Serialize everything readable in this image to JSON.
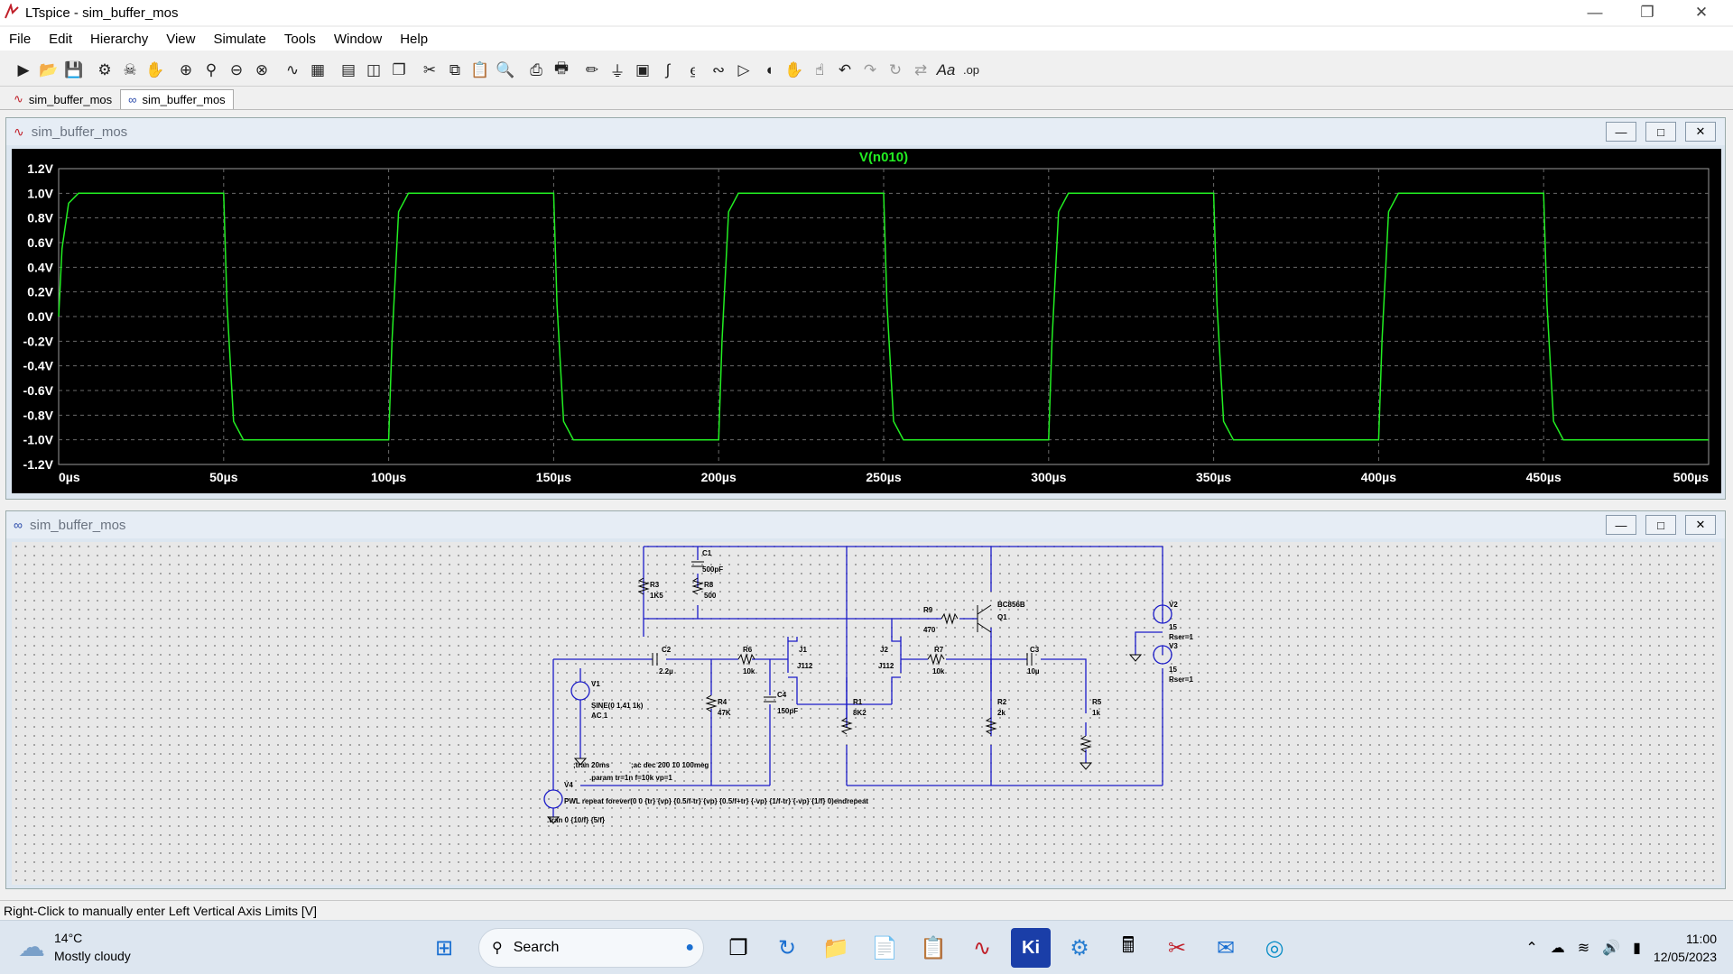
{
  "window": {
    "title": "LTspice - sim_buffer_mos"
  },
  "menu": [
    "File",
    "Edit",
    "Hierarchy",
    "View",
    "Simulate",
    "Tools",
    "Window",
    "Help"
  ],
  "toolbar_icons": [
    "run",
    "open",
    "save",
    "control-panel",
    "halt",
    "pan",
    "zoom-in",
    "zoom-area",
    "zoom-out",
    "zoom-fit",
    "autorange",
    "grid",
    "tile-horizontal",
    "tile-vertical",
    "cascade",
    "cut",
    "copy",
    "paste",
    "find",
    "print-setup",
    "print",
    "draw-wire",
    "ground",
    "label-net",
    "resistor",
    "capacitor",
    "inductor",
    "diode",
    "component",
    "move",
    "drag",
    "undo",
    "redo",
    "rotate",
    "mirror",
    "text",
    "spice-directive"
  ],
  "tabs": [
    {
      "label": "sim_buffer_mos",
      "icon": "waveform-icon"
    },
    {
      "label": "sim_buffer_mos",
      "icon": "schematic-icon"
    }
  ],
  "plot_panel": {
    "title": "sim_buffer_mos"
  },
  "schem_panel": {
    "title": "sim_buffer_mos"
  },
  "chart_data": {
    "type": "line",
    "title": "V(n010)",
    "series": [
      {
        "name": "V(n010)",
        "color": "#22ee22",
        "description": "square wave, 100us period, +/-1.0V",
        "x": [
          0,
          1,
          3,
          6,
          50,
          51,
          53,
          56,
          100,
          101,
          103,
          106,
          150,
          151,
          153,
          156,
          200,
          201,
          203,
          206,
          250,
          251,
          253,
          256,
          300,
          301,
          303,
          306,
          350,
          351,
          353,
          356,
          400,
          401,
          403,
          406,
          450,
          451,
          453,
          456,
          500
        ],
        "y": [
          0,
          0.55,
          0.92,
          1.0,
          1.0,
          0.1,
          -0.85,
          -1.0,
          -1.0,
          -0.2,
          0.85,
          1.0,
          1.0,
          0.1,
          -0.85,
          -1.0,
          -1.0,
          -0.2,
          0.85,
          1.0,
          1.0,
          0.1,
          -0.85,
          -1.0,
          -1.0,
          -0.2,
          0.85,
          1.0,
          1.0,
          0.1,
          -0.85,
          -1.0,
          -1.0,
          -0.2,
          0.85,
          1.0,
          1.0,
          0.1,
          -0.85,
          -1.0,
          -1.0
        ]
      }
    ],
    "y_ticks": [
      "1.2V",
      "1.0V",
      "0.8V",
      "0.6V",
      "0.4V",
      "0.2V",
      "0.0V",
      "-0.2V",
      "-0.4V",
      "-0.6V",
      "-0.8V",
      "-1.0V",
      "-1.2V"
    ],
    "x_ticks": [
      "0µs",
      "50µs",
      "100µs",
      "150µs",
      "200µs",
      "250µs",
      "300µs",
      "350µs",
      "400µs",
      "450µs",
      "500µs"
    ],
    "xlim": [
      0,
      500
    ],
    "ylim": [
      -1.2,
      1.2
    ],
    "grid": true
  },
  "schematic": {
    "labels": {
      "c1": "C1",
      "c1v": "500pF",
      "r3": "R3",
      "r3v": "1K5",
      "r8": "R8",
      "r8v": "500",
      "r9": "R9",
      "r9v": "470",
      "q1type": "BC856B",
      "q1": "Q1",
      "v2": "V2",
      "v2v": "15",
      "v2r": "Rser=1",
      "c2": "C2",
      "c2v": "2.2µ",
      "r6": "R6",
      "r6v": "10k",
      "j1": "J1",
      "j1v": "J112",
      "j2": "J2",
      "j2v": "J112",
      "r7": "R7",
      "r7v": "10k",
      "c3": "C3",
      "c3v": "10µ",
      "v3": "V3",
      "v3v": "15",
      "v3r": "Rser=1",
      "v1": "V1",
      "v1v": "SINE(0 1.41 1k)",
      "v1ac": "AC 1",
      "r4": "R4",
      "r4v": "47K",
      "c4": "C4",
      "c4v": "150pF",
      "r1": "R1",
      "r1v": "8K2",
      "r2": "R2",
      "r2v": "2k",
      "r5": "R5",
      "r5v": "1k",
      "v4": "V4"
    },
    "directives": [
      ";tran 20ms",
      ";ac dec 200 10 100meg",
      ".param tr=1n f=10k vp=1",
      "PWL repeat forever(0 0 {tr} {vp} {0.5/f-tr} {vp} {0.5/f+tr} {-vp} {1/f-tr} {-vp} {1/f} 0)endrepeat",
      ".tran 0 {10/f} {5/f}"
    ]
  },
  "status": "Right-Click to manually enter Left Vertical Axis Limits [V]",
  "taskbar": {
    "weather_temp": "14°C",
    "weather_desc": "Mostly cloudy",
    "search": "Search",
    "time": "11:00",
    "date": "12/05/2023"
  }
}
